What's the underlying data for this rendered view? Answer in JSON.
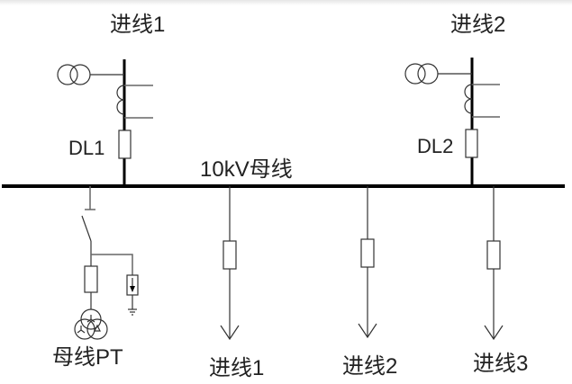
{
  "diagram": {
    "type": "single-line electrical diagram",
    "busbar": {
      "label": "10kV母线"
    },
    "incoming": [
      {
        "title": "进线1",
        "breaker": "DL1"
      },
      {
        "title": "进线2",
        "breaker": "DL2"
      }
    ],
    "pt": {
      "label": "母线PT"
    },
    "outgoing": [
      {
        "label": "进线1"
      },
      {
        "label": "进线2"
      },
      {
        "label": "进线3"
      }
    ],
    "colors": {
      "line": "#000000",
      "background": "#ffffff"
    }
  }
}
